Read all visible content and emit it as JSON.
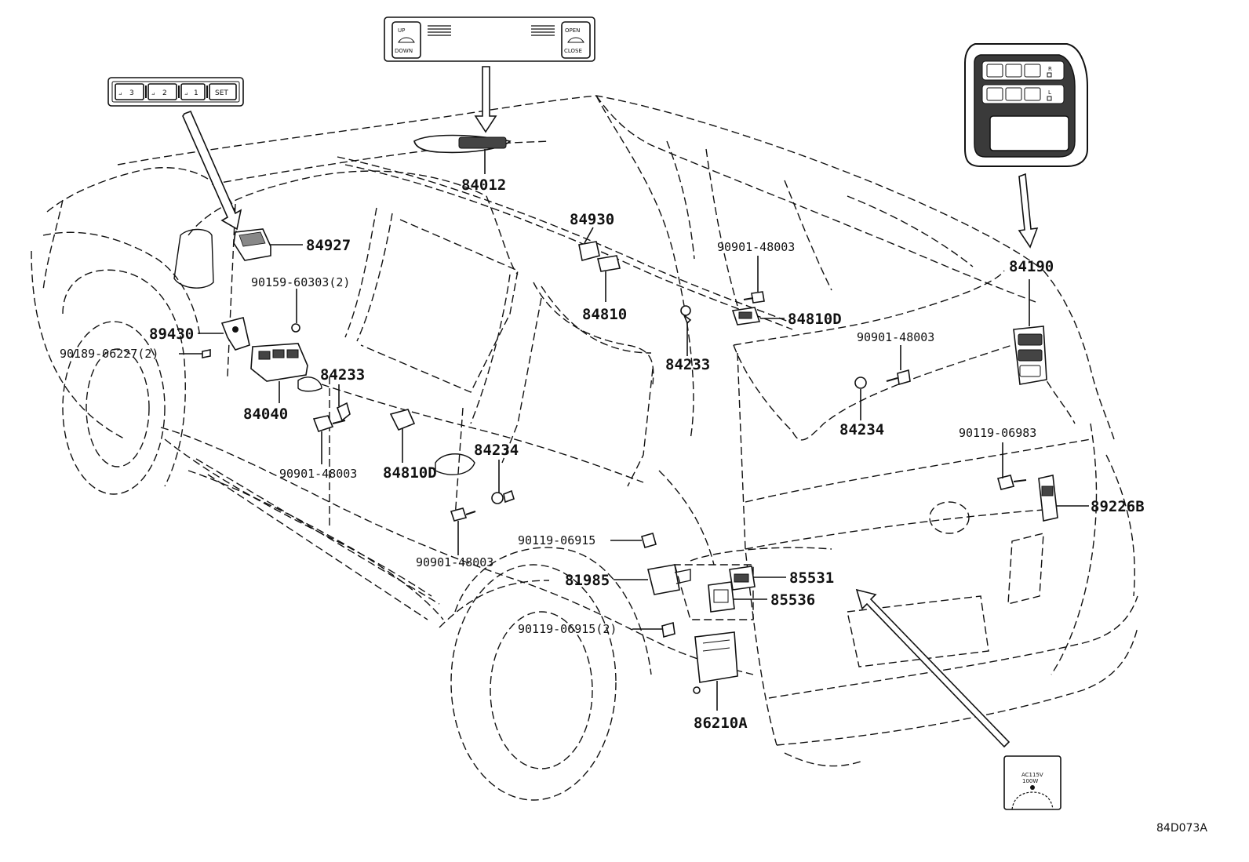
{
  "parts": {
    "p84012": "84012",
    "p84927": "84927",
    "p90159": "90159-60303(2)",
    "p89430": "89430",
    "p90189": "90189-06227(2)",
    "p84233a": "84233",
    "p84040": "84040",
    "p90901a": "90901-48003",
    "p84810Da": "84810D",
    "p84234a": "84234",
    "p90901b": "90901-48003",
    "p84930": "84930",
    "p84810": "84810",
    "p84233b": "84233",
    "p90901c": "90901-48003",
    "p84810Db": "84810D",
    "p90901d": "90901-48003",
    "p84234b": "84234",
    "p84190": "84190",
    "p90119a": "90119-06983",
    "p89226B": "89226B",
    "p90119b": "90119-06915",
    "p81985": "81985",
    "p85531": "85531",
    "p85536": "85536",
    "p90119c": "90119-06915(2)",
    "p86210A": "86210A"
  },
  "insets": {
    "memory": {
      "b3": "3",
      "b2": "2",
      "b1": "1",
      "set": "SET"
    },
    "roof": {
      "up": "UP",
      "down": "DOWN",
      "open": "OPEN",
      "close": "CLOSE"
    },
    "seat": {
      "r": "R",
      "l": "L"
    },
    "outlet": {
      "line1": "AC115V",
      "line2": "100W"
    }
  },
  "diagram_code": "84D073A"
}
